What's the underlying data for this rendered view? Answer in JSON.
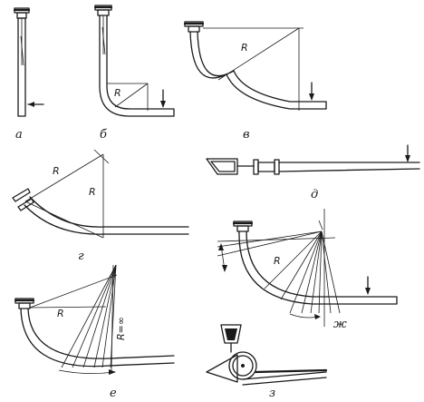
{
  "panels": [
    {
      "id": "a",
      "label": "а"
    },
    {
      "id": "b",
      "label": "б",
      "radius_label": "R"
    },
    {
      "id": "v",
      "label": "в",
      "radius_label": "R"
    },
    {
      "id": "g",
      "label": "г",
      "radius_labels": [
        "R",
        "R"
      ]
    },
    {
      "id": "d",
      "label": "д"
    },
    {
      "id": "zh",
      "label": "ж",
      "radius_label": "R"
    },
    {
      "id": "e",
      "label": "е",
      "radius_label": "R",
      "infinity_label": "R=∞"
    },
    {
      "id": "z",
      "label": "з"
    }
  ],
  "icons": [
    "force-arrow-icon",
    "nozzle-flange-icon",
    "ladle-icon",
    "roller-icon"
  ]
}
